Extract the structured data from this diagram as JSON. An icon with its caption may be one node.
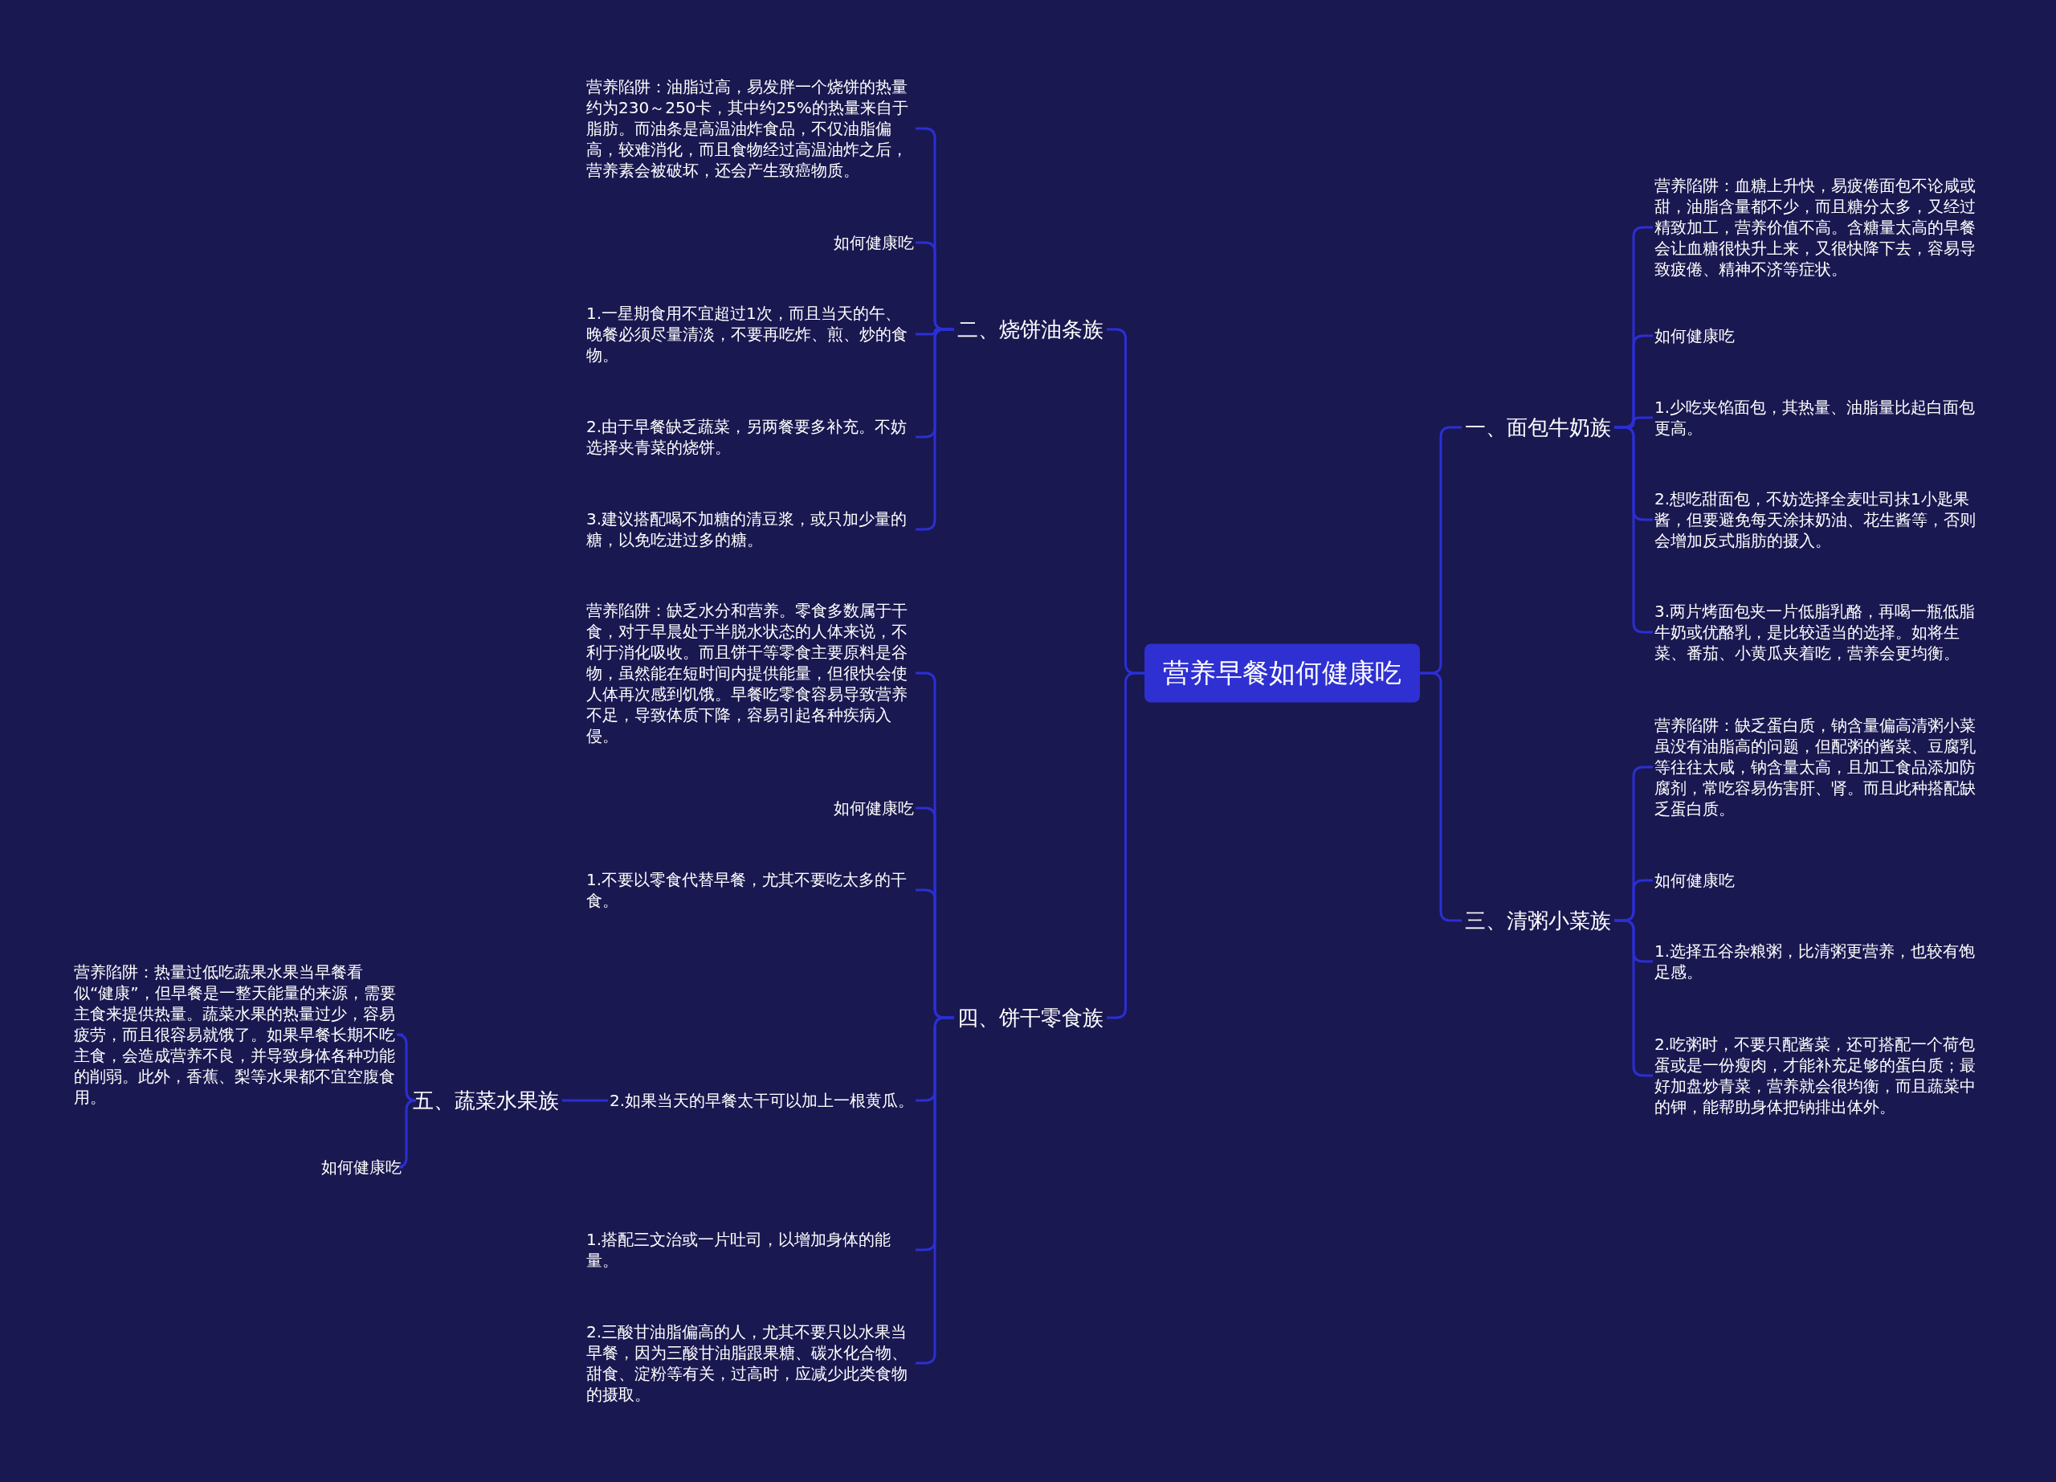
{
  "diagram": {
    "nodes": [
      {
        "text": [
          "营养早餐如何健康吃"
        ]
      },
      {
        "text": [
          "二、烧饼油条族"
        ]
      },
      {
        "text": [
          "营养陷阱：油脂过高，易发胖一个烧饼的热量约为230～250卡，其中约25%的热量来自于脂肪。而油条是高温油炸食品，不仅油脂偏高，较难消化，而且食物经过高温油炸之后，营养素会被破坏，还会产生致癌物质。"
        ]
      },
      {
        "text": [
          "如何健康吃"
        ]
      },
      {
        "text": [
          "1.一星期食用不宜超过1次，而且当天的午、晚餐必须尽量清淡，不要再吃炸、煎、炒的食物。"
        ]
      },
      {
        "text": [
          "2.由于早餐缺乏蔬菜，另两餐要多补充。不妨选择夹青菜的烧饼。"
        ]
      },
      {
        "text": [
          "3.建议搭配喝不加糖的清豆浆，或只加少量的糖，以免吃进过多的糖。"
        ]
      },
      {
        "text": [
          "四、饼干零食族"
        ]
      },
      {
        "text": [
          "营养陷阱：缺乏水分和营养。零食多数属于干食，对于早晨处于半脱水状态的人体来说，不利于消化吸收。而且饼干等零食主要原料是谷物，虽然能在短时间内提供能量，但很快会使人体再次感到饥饿。早餐吃零食容易导致营养不足，导致体质下降，容易引起各种疾病入侵。"
        ]
      },
      {
        "text": [
          "如何健康吃"
        ]
      },
      {
        "text": [
          "1.不要以零食代替早餐，尤其不要吃太多的干食。"
        ]
      },
      {
        "text": [
          "2.如果当天的早餐太干可以加上一根黄瓜。"
        ]
      },
      {
        "text": [
          "1.搭配三文治或一片吐司，以增加身体的能量。"
        ]
      },
      {
        "text": [
          "2.三酸甘油脂偏高的人，尤其不要只以水果当早餐，因为三酸甘油脂跟果糖、碳水化合物、甜食、淀粉等有关，过高时，应减少此类食物的摄取。"
        ]
      },
      {
        "text": [
          "五、蔬菜水果族"
        ]
      },
      {
        "text": [
          "营养陷阱：热量过低吃蔬果水果当早餐看似“健康”，但早餐是一整天能量的来源，需要主食来提供热量。蔬菜水果的热量过少，容易疲劳，而且很容易就饿了。如果早餐长期不吃主食，会造成营养不良，并导致身体各种功能的削弱。此外，香蕉、梨等水果都不宜空腹食用。"
        ]
      },
      {
        "text": [
          "如何健康吃"
        ]
      },
      {
        "text": [
          "一、面包牛奶族"
        ]
      },
      {
        "text": [
          "营养陷阱：血糖上升快，易疲倦面包不论咸或甜，油脂含量都不少，而且糖分太多，又经过精致加工，营养价值不高。含糖量太高的早餐会让血糖很快升上来，又很快降下去，容易导致疲倦、精神不济等症状。"
        ]
      },
      {
        "text": [
          "如何健康吃"
        ]
      },
      {
        "text": [
          "1.少吃夹馅面包，其热量、油脂量比起白面包更高。"
        ]
      },
      {
        "text": [
          "2.想吃甜面包，不妨选择全麦吐司抹1小匙果酱，但要避免每天涂抹奶油、花生酱等，否则会增加反式脂肪的摄入。"
        ]
      },
      {
        "text": [
          "3.两片烤面包夹一片低脂乳酪，再喝一瓶低脂牛奶或优酪乳，是比较适当的选择。如将生菜、番茄、小黄瓜夹着吃，营养会更均衡。"
        ]
      },
      {
        "text": [
          "三、清粥小菜族"
        ]
      },
      {
        "text": [
          "营养陷阱：缺乏蛋白质，钠含量偏高清粥小菜虽没有油脂高的问题，但配粥的酱菜、豆腐乳等往往太咸，钠含量太高，且加工食品添加防腐剂，常吃容易伤害肝、肾。而且此种搭配缺乏蛋白质。"
        ]
      },
      {
        "text": [
          "如何健康吃"
        ]
      },
      {
        "text": [
          "1.选择五谷杂粮粥，比清粥更营养，也较有饱足感。"
        ]
      },
      {
        "text": [
          "2.吃粥时，不要只配酱菜，还可搭配一个荷包蛋或是一份瘦肉，才能补充足够的蛋白质；最好加盘炒青菜，营养就会很均衡，而且蔬菜中的钾，能帮助身体把钠排出体外。"
        ]
      }
    ],
    "edges": [
      {
        "from": 0,
        "to": 1,
        "arrow": "none"
      },
      {
        "from": 0,
        "to": 7,
        "arrow": "none"
      },
      {
        "from": 0,
        "to": 17,
        "arrow": "none"
      },
      {
        "from": 0,
        "to": 23,
        "arrow": "none"
      },
      {
        "from": 1,
        "to": 2,
        "arrow": "none"
      },
      {
        "from": 1,
        "to": 3,
        "arrow": "none"
      },
      {
        "from": 1,
        "to": 4,
        "arrow": "none"
      },
      {
        "from": 1,
        "to": 5,
        "arrow": "none"
      },
      {
        "from": 1,
        "to": 6,
        "arrow": "none"
      },
      {
        "from": 7,
        "to": 8,
        "arrow": "none"
      },
      {
        "from": 7,
        "to": 9,
        "arrow": "none"
      },
      {
        "from": 7,
        "to": 10,
        "arrow": "none"
      },
      {
        "from": 7,
        "to": 11,
        "arrow": "none"
      },
      {
        "from": 7,
        "to": 12,
        "arrow": "none"
      },
      {
        "from": 7,
        "to": 13,
        "arrow": "none"
      },
      {
        "from": 11,
        "to": 14,
        "arrow": "none"
      },
      {
        "from": 14,
        "to": 15,
        "arrow": "none"
      },
      {
        "from": 14,
        "to": 16,
        "arrow": "none"
      },
      {
        "from": 17,
        "to": 18,
        "arrow": "none"
      },
      {
        "from": 17,
        "to": 19,
        "arrow": "none"
      },
      {
        "from": 17,
        "to": 20,
        "arrow": "none"
      },
      {
        "from": 17,
        "to": 21,
        "arrow": "none"
      },
      {
        "from": 17,
        "to": 22,
        "arrow": "none"
      },
      {
        "from": 23,
        "to": 24,
        "arrow": "none"
      },
      {
        "from": 23,
        "to": 25,
        "arrow": "none"
      },
      {
        "from": 23,
        "to": 26,
        "arrow": "none"
      },
      {
        "from": 23,
        "to": 27,
        "arrow": "none"
      }
    ]
  }
}
